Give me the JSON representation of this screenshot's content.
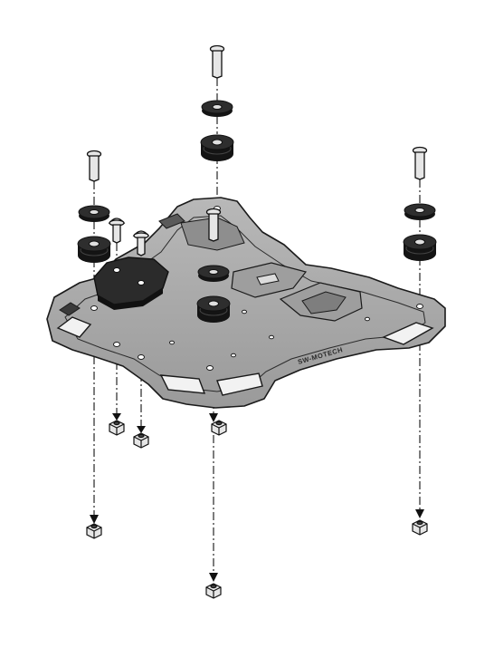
{
  "figure": {
    "brand_label": "SW-MOTECH",
    "background_color": "#ffffff",
    "rack_color": "#a9a9a9",
    "rack_outline_color": "#1a1a1a",
    "rubber_color": "#141414",
    "line_color": "#111111",
    "bolt_color": "#e6e6e6"
  },
  "parts": {
    "bolts": [
      "long-bolt",
      "long-bolt",
      "long-bolt",
      "long-bolt",
      "short-bolt",
      "short-bolt"
    ],
    "rubber_washers": 4,
    "rubber_grommets": 4,
    "nuts": 6,
    "adapter_plate": "spacer-plate"
  }
}
